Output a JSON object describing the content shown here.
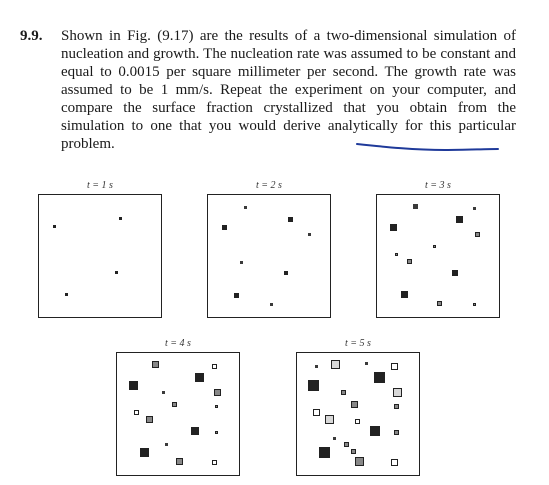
{
  "problem": {
    "number": "9.9.",
    "text": "Shown in Fig. (9.17) are the results of a two-dimensional simulation of nucleation and growth. The nucleation rate was assumed to be constant and equal to 0.0015 per square millimeter per second. The growth rate was assumed to be 1 mm/s. Repeat the experiment on your computer, and compare the surface fraction crystallized that you obtain from the simulation to one that you would derive analytically for this particular problem."
  },
  "annotation": {
    "underline_color": "#1f3a9a"
  },
  "figure": {
    "panels": [
      {
        "id": "t1",
        "label": "t = 1 s"
      },
      {
        "id": "t2",
        "label": "t = 2 s"
      },
      {
        "id": "t3",
        "label": "t = 3 s"
      },
      {
        "id": "t4",
        "label": "t = 4 s"
      },
      {
        "id": "t5",
        "label": "t = 5 s"
      }
    ]
  }
}
